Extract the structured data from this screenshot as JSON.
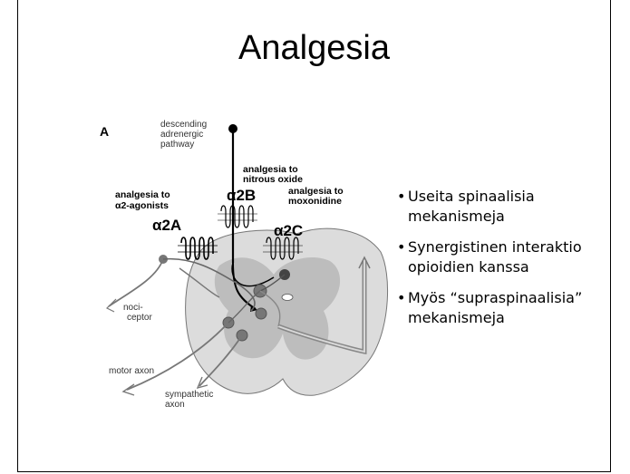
{
  "slide": {
    "title": "Analgesia",
    "bullets": [
      "Useita spinaalisia mekanismeja",
      "Synergistinen interaktio opioidien kanssa",
      "Myös “supraspinaalisia” mekanismeja"
    ]
  },
  "diagram": {
    "panel_label": "A",
    "descending_label": [
      "descending",
      "adrenergic",
      "pathway"
    ],
    "nitrous_label": [
      "analgesia to",
      "nitrous oxide"
    ],
    "agonists_label": [
      "analgesia to",
      "α2-agonists"
    ],
    "moxonidine_label": [
      "analgesia to",
      "moxonidine"
    ],
    "receptor_2a": "α2A",
    "receptor_2b": "α2B",
    "receptor_2c": "α2C",
    "nociceptor_label": [
      "noci-",
      "ceptor"
    ],
    "motor_label": "motor axon",
    "sympathetic_label": [
      "sympathetic",
      "axon"
    ]
  }
}
